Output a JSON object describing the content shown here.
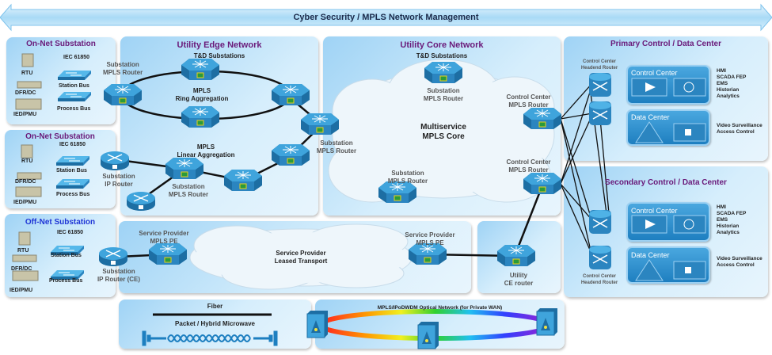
{
  "banner": {
    "title": "Cyber Security  / MPLS Network Management"
  },
  "onnet1": {
    "title": "On-Net Substation",
    "standard": "IEC 61850",
    "devices": [
      "RTU",
      "DFR/DC",
      "IED/PMU"
    ],
    "buses": [
      "Station Bus",
      "Process Bus"
    ]
  },
  "onnet2": {
    "title": "On-Net Substation",
    "standard": "IEC 61850",
    "devices": [
      "RTU",
      "DFR/DC",
      "IED/PMU"
    ],
    "buses": [
      "Station Bus",
      "Process Bus"
    ]
  },
  "offnet": {
    "title": "Off-Net Substation",
    "standard": "IEC 61850",
    "devices": [
      "RTU",
      "DFR/DC",
      "IED/PMU"
    ],
    "buses": [
      "Station Bus",
      "Process Bus"
    ]
  },
  "edge": {
    "title": "Utility Edge Network",
    "subtitle": "T&D Substations",
    "ring_label": "MPLS\nRing Aggregation",
    "linear_label": "MPLS\nLinear Aggregation",
    "router1": "Substation\nMPLS Router",
    "router2": "Substation\nMPLS Router",
    "router3": "Substation\nMPLS Router",
    "ip_router": "Substation\nIP Router"
  },
  "core": {
    "title": "Utility Core Network",
    "subtitle": "T&D Substations",
    "cloud_label": "Multiservice\nMPLS Core",
    "router_top": "Substation\nMPLS Router",
    "router_bottom": "Substation\nMPLS Router",
    "cc_router1": "Control Center\nMPLS Router",
    "cc_router2": "Control Center\nMPLS Router"
  },
  "primary": {
    "title": "Primary  Control / Data Center",
    "headend": "Control Center\nHeadend Router",
    "control_center": "Control  Center",
    "control_apps": "HMI\nSCADA FEP\nEMS\nHistorian\nAnalytics",
    "data_center": "Data Center",
    "data_apps": "Video Surveillance\nAccess Control"
  },
  "secondary": {
    "title": "Secondary  Control / Data Center",
    "headend": "Control Center\nHeadend Router",
    "control_center": "Control  Center",
    "control_apps": "HMI\nSCADA FEP\nEMS\nHistorian\nAnalytics",
    "data_center": "Data Center",
    "data_apps": "Video Surveillance\nAccess Control"
  },
  "sp": {
    "pe_left": "Service Provider\nMPLS PE",
    "pe_right": "Service Provider\nMPLS PE",
    "cloud_label": "Service Provider\nLeased Transport",
    "ce_router": "Substation\nIP Router (CE)",
    "utility_ce": "Utility\nCE router"
  },
  "legend": {
    "fiber": "Fiber",
    "microwave": "Packet / Hybrid Microwave",
    "optical": "MPLS/IPoDWDM  Optical Network (for Private WAN)"
  },
  "colors": {
    "panel": "#b9e2f9",
    "title_purple": "#6a1a7a",
    "offnet_blue": "#1f35d6",
    "router_blue": "#2a8fc9"
  }
}
